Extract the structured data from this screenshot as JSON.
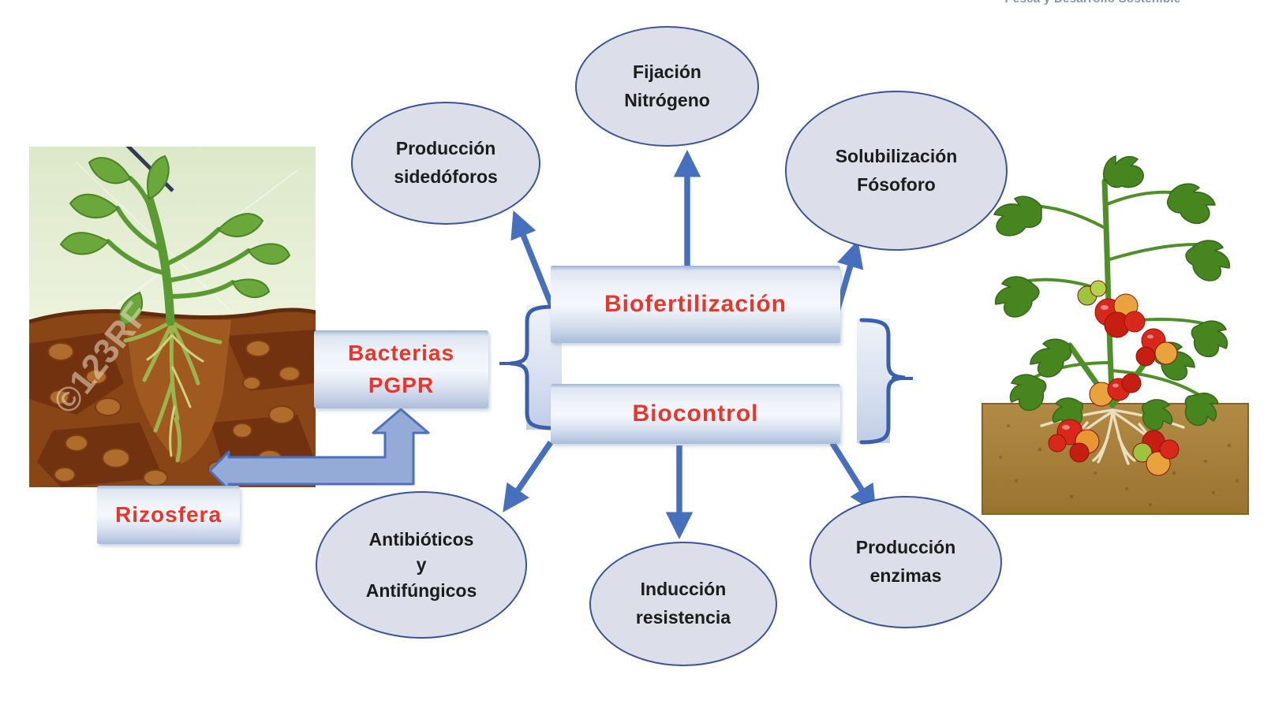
{
  "page": {
    "clipped_header_text": "Pesca y Desarrollo Sostenible",
    "background": "#ffffff"
  },
  "palette": {
    "ellipse_fill": "#dcdfe9",
    "ellipse_border": "#3c5494",
    "box_label_red": "#e8362b",
    "arrow_blue": "#4670bd",
    "elbow_arrow_fill": "#95abd7",
    "node_text_black": "#1c1c1c",
    "soil_left_brown": "#8a4517",
    "soil_right_tan": "#aa8038",
    "leaf_green": "#4f8f28",
    "tomato_red": "#d8281b"
  },
  "diagram": {
    "center_boxes": {
      "biofertilizacion": "Biofertilización",
      "biocontrol": "Biocontrol"
    },
    "side_boxes": {
      "bacterias_pgpr": "Bacterias\nPGPR",
      "rizosfera": "Rizosfera"
    },
    "ellipses": {
      "fijacion": "Fijación\nNitrógeno",
      "sideroforos": "Producción\nsidedóforos",
      "solubilizacion": "Solubilización\nFósoforo",
      "antibioticos": "Antibióticos\ny\nAntifúngicos",
      "induccion": "Inducción\nresistencia",
      "enzimas": "Producción\nenzimas"
    },
    "watermark": "©123RF"
  }
}
